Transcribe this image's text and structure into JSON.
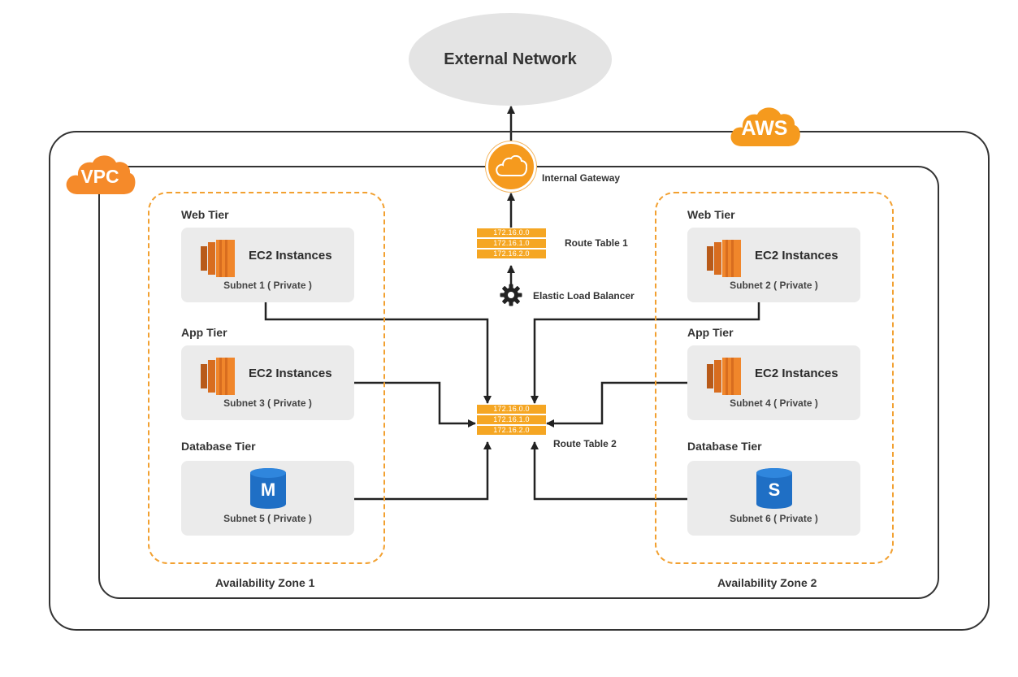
{
  "external_network": "External Network",
  "aws_badge": "AWS",
  "vpc_badge": "VPC",
  "internal_gateway": "Internal Gateway",
  "route_table_1": {
    "label": "Route Table 1",
    "entries": [
      "172.16.0.0",
      "172.16.1.0",
      "172.16.2.0"
    ]
  },
  "elastic_load_balancer": "Elastic Load Balancer",
  "route_table_2": {
    "label": "Route Table 2",
    "entries": [
      "172.16.0.0",
      "172.16.1.0",
      "172.16.2.0"
    ]
  },
  "zones": [
    {
      "label": "Availability Zone 1",
      "tiers": [
        {
          "tier": "Web Tier",
          "resource": "EC2 Instances",
          "subnet": "Subnet 1 ( Private )"
        },
        {
          "tier": "App Tier",
          "resource": "EC2 Instances",
          "subnet": "Subnet 3 ( Private )"
        },
        {
          "tier": "Database Tier",
          "resource_icon_letter": "M",
          "subnet": "Subnet 5 ( Private )"
        }
      ]
    },
    {
      "label": "Availability Zone 2",
      "tiers": [
        {
          "tier": "Web Tier",
          "resource": "EC2 Instances",
          "subnet": "Subnet 2 ( Private )"
        },
        {
          "tier": "App Tier",
          "resource": "EC2 Instances",
          "subnet": "Subnet 4 ( Private )"
        },
        {
          "tier": "Database Tier",
          "resource_icon_letter": "S",
          "subnet": "Subnet 6 ( Private )"
        }
      ]
    }
  ],
  "icons": {
    "compute": "ec2-instances-icon",
    "database": "database-cylinder-icon",
    "gateway": "cloud-icon",
    "load_balancer": "gear-icon"
  },
  "colors": {
    "accent_orange": "#f5a623",
    "gateway_orange": "#f59a1e",
    "ec2_orange": "#e8802a",
    "db_blue": "#1f6fc5",
    "card_gray": "#ebebeb",
    "frame": "#333333"
  }
}
